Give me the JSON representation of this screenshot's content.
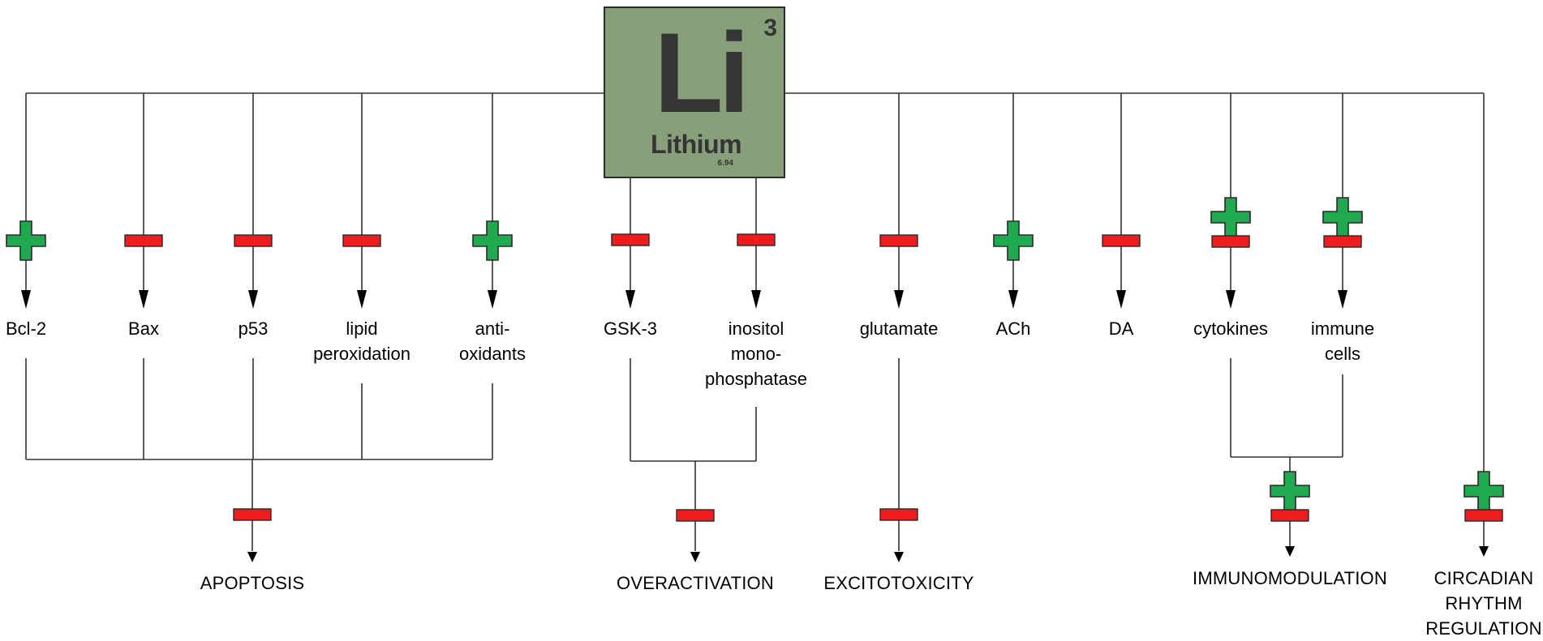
{
  "element": {
    "symbol": "Li",
    "atomic_number": "3",
    "name": "Lithium",
    "atomic_mass": "6.94"
  },
  "targets": {
    "bcl2": "Bcl-2",
    "bax": "Bax",
    "p53": "p53",
    "lipid": "lipid\nperoxidation",
    "antioxidants": "anti-\noxidants",
    "gsk3": "GSK-3",
    "inositol": "inositol\nmono-\nphosphatase",
    "glutamate": "glutamate",
    "ach": "ACh",
    "da": "DA",
    "cytokines": "cytokines",
    "immune_cells": "immune\ncells"
  },
  "outcomes": {
    "apoptosis": "APOPTOSIS",
    "overactivation": "OVERACTIVATION",
    "excitotoxicity": "EXCITOTOXICITY",
    "immunomodulation": "IMMUNOMODULATION",
    "circadian": "CIRCADIAN\nRHYTHM\nREGULATION"
  },
  "effects": {
    "bcl2": "increase",
    "bax": "decrease",
    "p53": "decrease",
    "lipid": "decrease",
    "antioxidants": "increase",
    "gsk3": "decrease",
    "inositol": "decrease",
    "glutamate": "decrease",
    "ach": "increase",
    "da": "decrease",
    "cytokines": "increase-decrease",
    "immune_cells": "increase-decrease",
    "apoptosis": "decrease",
    "overactivation": "decrease",
    "excitotoxicity": "decrease",
    "immunomodulation": "increase-decrease",
    "circadian": "increase-decrease"
  },
  "colors": {
    "increase": "#1faa4f",
    "decrease": "#ee1c1c",
    "line": "#333333",
    "element_box": "#87a07a"
  }
}
